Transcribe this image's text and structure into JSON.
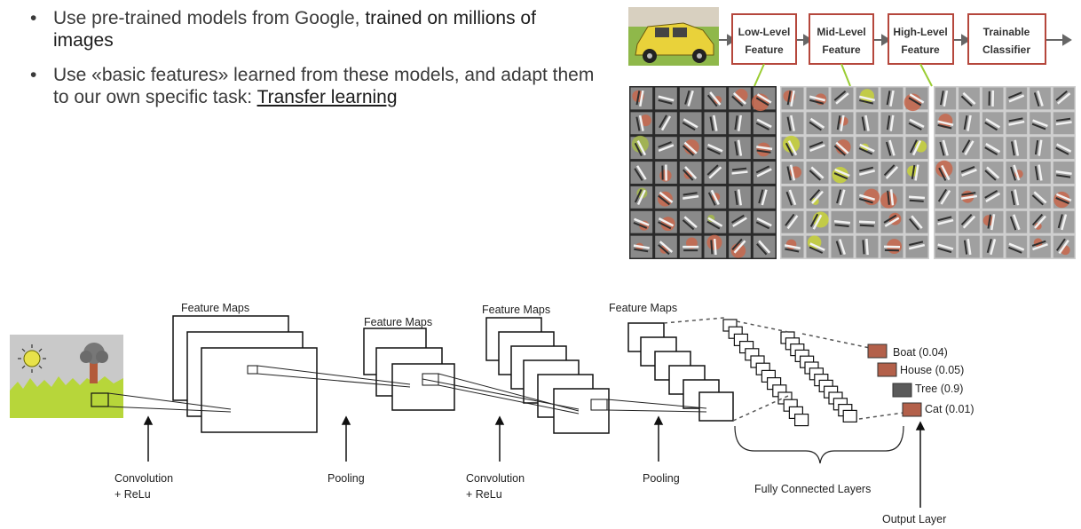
{
  "bullets": [
    {
      "text": "Use pre-trained models from Google, ",
      "bold_text": "trained on millions of images"
    },
    {
      "text": "Use «basic features» learned from these models, and adapt them to our own specific task: ",
      "link_text": "Transfer learning"
    }
  ],
  "top_pipeline": {
    "stages": [
      {
        "label_line1": "Low-Level",
        "label_line2": "Feature"
      },
      {
        "label_line1": "Mid-Level",
        "label_line2": "Feature"
      },
      {
        "label_line1": "High-Level",
        "label_line2": "Feature"
      },
      {
        "label_line1": "Trainable",
        "label_line2": "Classifier"
      }
    ],
    "stage_border_color": "#b5473c"
  },
  "cnn": {
    "feature_maps_label": "Feature Maps",
    "steps": [
      {
        "label_line1": "Convolution",
        "label_line2": "+ ReLu"
      },
      {
        "label_line1": "Pooling",
        "label_line2": ""
      },
      {
        "label_line1": "Convolution",
        "label_line2": "+ ReLu"
      },
      {
        "label_line1": "Pooling",
        "label_line2": ""
      }
    ],
    "fc_label": "Fully Connected Layers",
    "output_label": "Output Layer",
    "outputs": [
      {
        "label": "Boat (0.04)",
        "color": "#b3604a"
      },
      {
        "label": "House (0.05)",
        "color": "#b3604a"
      },
      {
        "label": "Tree (0.9)",
        "color": "#5a5a5a"
      },
      {
        "label": "Cat (0.01)",
        "color": "#b3604a"
      }
    ]
  }
}
